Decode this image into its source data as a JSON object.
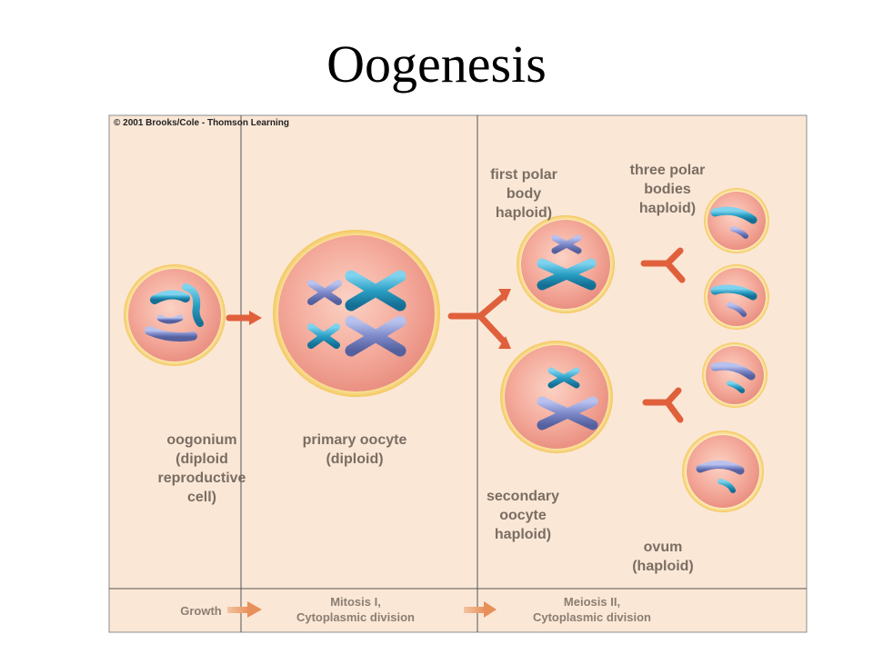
{
  "title": "Oogenesis",
  "copyright": "© 2001 Brooks/Cole - Thomson Learning",
  "labels": {
    "oogonium": [
      "oogonium",
      "(diploid",
      "reproductive",
      "cell)"
    ],
    "primary_oocyte": [
      "primary oocyte",
      "(diploid)"
    ],
    "first_polar_body": [
      "first polar",
      "body",
      "haploid)"
    ],
    "three_polar_bodies": [
      "three polar",
      "bodies",
      "haploid)"
    ],
    "secondary_oocyte": [
      "secondary",
      "oocyte",
      "haploid)"
    ],
    "ovum": [
      "ovum",
      "(haploid)"
    ]
  },
  "stages": {
    "growth": "Growth",
    "mitosis": [
      "Mitosis I,",
      "Cytoplasmic division"
    ],
    "meiosis": [
      "Meiosis II,",
      "Cytoplasmic division"
    ]
  },
  "colors": {
    "panel": "#fbe7d6",
    "cell_fill": "#f2a79a",
    "cell_rim": "#f5cf6a",
    "chromosome_teal": "#2a9fc4",
    "chromosome_lavender": "#7d89c9",
    "arrow": "#e0603c"
  }
}
